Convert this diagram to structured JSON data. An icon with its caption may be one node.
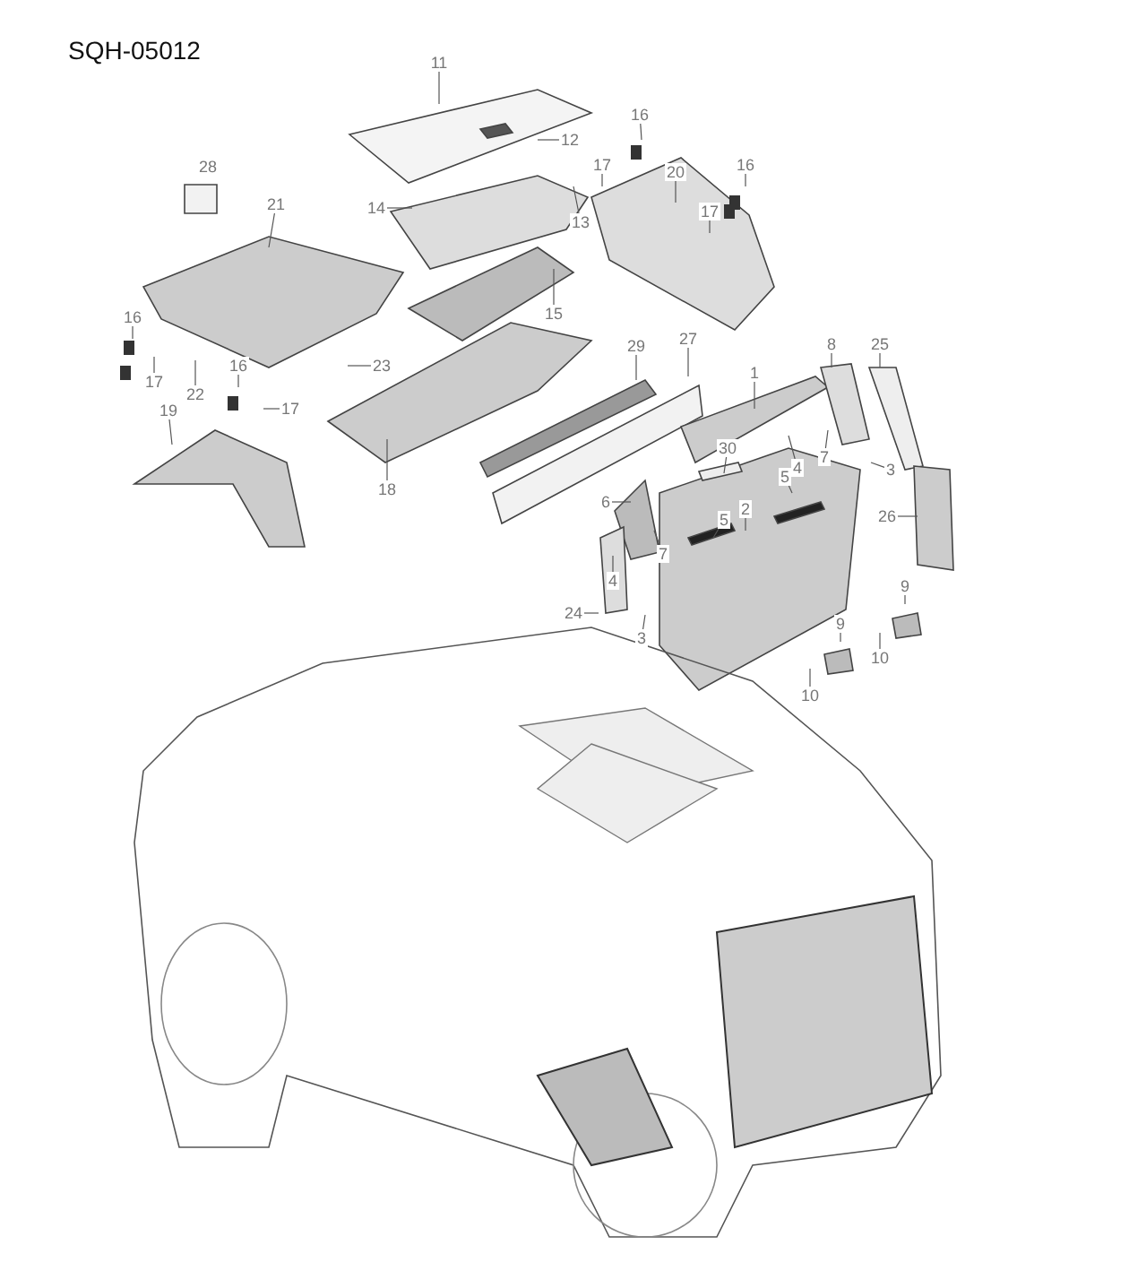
{
  "diagram": {
    "title": "SQH-05012",
    "nodes": [
      {
        "text": [
          "11"
        ]
      },
      {
        "text": [
          "16"
        ]
      },
      {
        "text": [
          "12"
        ]
      },
      {
        "text": [
          "17"
        ]
      },
      {
        "text": [
          "20"
        ]
      },
      {
        "text": [
          "16"
        ]
      },
      {
        "text": [
          "17"
        ]
      },
      {
        "text": [
          "21"
        ]
      },
      {
        "text": [
          "14"
        ]
      },
      {
        "text": [
          "13"
        ]
      },
      {
        "text": [
          "15"
        ]
      },
      {
        "text": [
          "16"
        ]
      },
      {
        "text": [
          "27"
        ]
      },
      {
        "text": [
          "8"
        ]
      },
      {
        "text": [
          "25"
        ]
      },
      {
        "text": [
          "29"
        ]
      },
      {
        "text": [
          "23"
        ]
      },
      {
        "text": [
          "1"
        ]
      },
      {
        "text": [
          "16"
        ]
      },
      {
        "text": [
          "17"
        ]
      },
      {
        "text": [
          "22"
        ]
      },
      {
        "text": [
          "17"
        ]
      },
      {
        "text": [
          "19"
        ]
      },
      {
        "text": [
          "7"
        ]
      },
      {
        "text": [
          "30"
        ]
      },
      {
        "text": [
          "4"
        ]
      },
      {
        "text": [
          "3"
        ]
      },
      {
        "text": [
          "5"
        ]
      },
      {
        "text": [
          "18"
        ]
      },
      {
        "text": [
          "2"
        ]
      },
      {
        "text": [
          "6"
        ]
      },
      {
        "text": [
          "5"
        ]
      },
      {
        "text": [
          "26"
        ]
      },
      {
        "text": [
          "7"
        ]
      },
      {
        "text": [
          "9"
        ]
      },
      {
        "text": [
          "4"
        ]
      },
      {
        "text": [
          "24"
        ]
      },
      {
        "text": [
          "9"
        ]
      },
      {
        "text": [
          "3"
        ]
      },
      {
        "text": [
          "10"
        ]
      },
      {
        "text": [
          "10"
        ]
      }
    ],
    "edges": [
      {
        "from": 0,
        "to": null,
        "arrow": "none"
      },
      {
        "from": 1,
        "to": null,
        "arrow": "none"
      },
      {
        "from": 2,
        "to": null,
        "arrow": "none"
      },
      {
        "from": 3,
        "to": null,
        "arrow": "none"
      },
      {
        "from": 4,
        "to": null,
        "arrow": "none"
      },
      {
        "from": 5,
        "to": null,
        "arrow": "none"
      },
      {
        "from": 6,
        "to": null,
        "arrow": "none"
      },
      {
        "from": 7,
        "to": null,
        "arrow": "none"
      },
      {
        "from": 8,
        "to": null,
        "arrow": "none"
      },
      {
        "from": 9,
        "to": null,
        "arrow": "none"
      },
      {
        "from": 10,
        "to": null,
        "arrow": "none"
      },
      {
        "from": 11,
        "to": null,
        "arrow": "none"
      },
      {
        "from": 12,
        "to": null,
        "arrow": "none"
      },
      {
        "from": 13,
        "to": null,
        "arrow": "none"
      },
      {
        "from": 14,
        "to": null,
        "arrow": "none"
      },
      {
        "from": 15,
        "to": null,
        "arrow": "none"
      },
      {
        "from": 16,
        "to": null,
        "arrow": "none"
      },
      {
        "from": 17,
        "to": null,
        "arrow": "none"
      },
      {
        "from": 18,
        "to": null,
        "arrow": "none"
      },
      {
        "from": 19,
        "to": null,
        "arrow": "none"
      },
      {
        "from": 20,
        "to": null,
        "arrow": "none"
      },
      {
        "from": 21,
        "to": null,
        "arrow": "none"
      },
      {
        "from": 22,
        "to": null,
        "arrow": "none"
      },
      {
        "from": 23,
        "to": null,
        "arrow": "none"
      },
      {
        "from": 24,
        "to": null,
        "arrow": "none"
      },
      {
        "from": 25,
        "to": null,
        "arrow": "none"
      },
      {
        "from": 26,
        "to": null,
        "arrow": "none"
      },
      {
        "from": 27,
        "to": null,
        "arrow": "none"
      },
      {
        "from": 28,
        "to": null,
        "arrow": "none"
      },
      {
        "from": 29,
        "to": null,
        "arrow": "none"
      },
      {
        "from": 30,
        "to": null,
        "arrow": "none"
      },
      {
        "from": 31,
        "to": null,
        "arrow": "none"
      },
      {
        "from": 32,
        "to": null,
        "arrow": "none"
      },
      {
        "from": 33,
        "to": null,
        "arrow": "none"
      },
      {
        "from": 34,
        "to": null,
        "arrow": "none"
      },
      {
        "from": 35,
        "to": null,
        "arrow": "none"
      },
      {
        "from": 36,
        "to": null,
        "arrow": "none"
      },
      {
        "from": 37,
        "to": null,
        "arrow": "none"
      },
      {
        "from": 38,
        "to": null,
        "arrow": "none"
      },
      {
        "from": 39,
        "to": null,
        "arrow": "none"
      },
      {
        "from": 40,
        "to": null,
        "arrow": "none"
      }
    ],
    "labels": [
      "28"
    ]
  }
}
